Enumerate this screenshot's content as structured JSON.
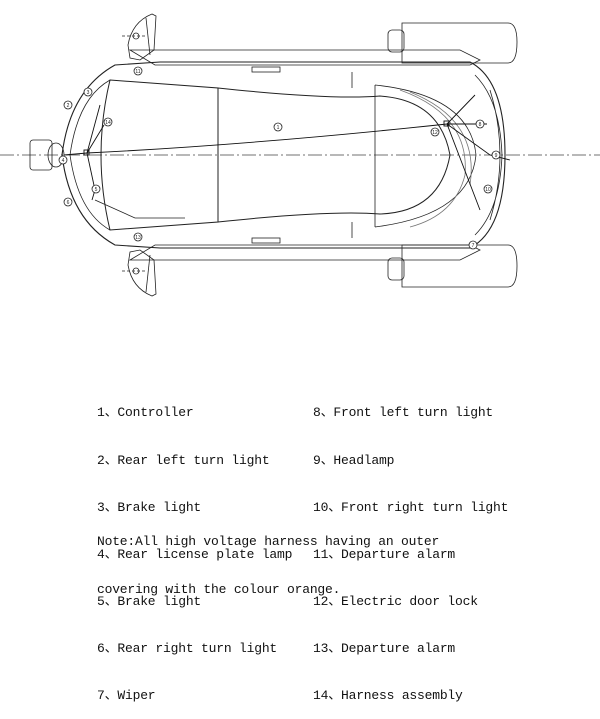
{
  "legend": {
    "left": [
      "1、Controller",
      "2、Rear left turn light",
      "3、Brake light",
      "4、Rear license plate lamp",
      "5、Brake light",
      "6、Rear right turn light",
      "7、Wiper"
    ],
    "right": [
      "8、Front left turn light",
      "9、Headlamp",
      "10、Front right turn light",
      "11、Departure alarm",
      "12、Electric door lock",
      "13、Departure alarm",
      "14、Harness assembly"
    ]
  },
  "note": {
    "line1": "Note:All high voltage harness having an outer",
    "line2": "covering with the colour orange."
  },
  "callouts": [
    "11",
    "2",
    "3",
    "4",
    "5",
    "6",
    "13",
    "1",
    "14",
    "12",
    "8",
    "9",
    "10",
    "7"
  ]
}
